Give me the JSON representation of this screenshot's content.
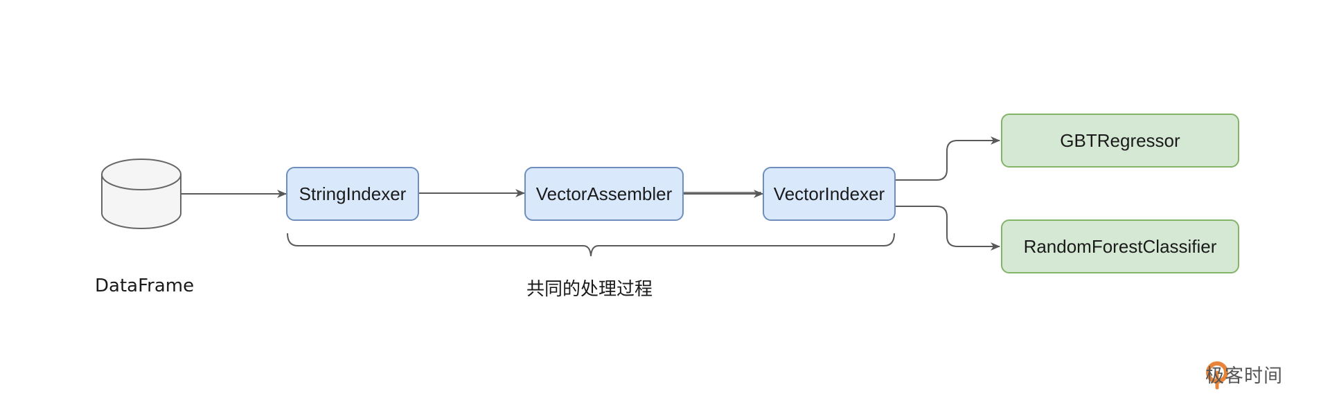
{
  "diagram": {
    "source": {
      "label": "DataFrame"
    },
    "steps": [
      {
        "label": "StringIndexer"
      },
      {
        "label": "VectorAssembler"
      },
      {
        "label": "VectorIndexer"
      }
    ],
    "models": [
      {
        "label": "GBTRegressor"
      },
      {
        "label": "RandomForestClassifier"
      }
    ],
    "brace_label": "共同的处理过程"
  },
  "watermark": {
    "text": "极客时间",
    "color": "#e8843a"
  },
  "colors": {
    "step_fill": "#dae8fc",
    "step_border": "#6c8ebf",
    "model_fill": "#d5e8d4",
    "model_border": "#82b366",
    "edge": "#595959"
  }
}
